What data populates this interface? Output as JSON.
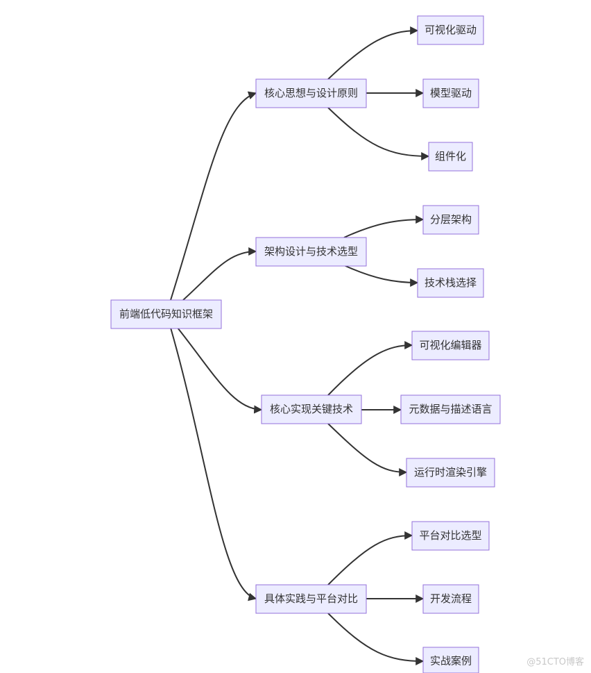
{
  "diagram": {
    "type": "mindmap-flowchart",
    "root": {
      "id": "root",
      "label": "前端低代码知识框架"
    },
    "branches": [
      {
        "id": "b1",
        "label": "核心思想与设计原则",
        "children": [
          {
            "id": "b1c1",
            "label": "可视化驱动"
          },
          {
            "id": "b1c2",
            "label": "模型驱动"
          },
          {
            "id": "b1c3",
            "label": "组件化"
          }
        ]
      },
      {
        "id": "b2",
        "label": "架构设计与技术选型",
        "children": [
          {
            "id": "b2c1",
            "label": "分层架构"
          },
          {
            "id": "b2c2",
            "label": "技术栈选择"
          }
        ]
      },
      {
        "id": "b3",
        "label": "核心实现关键技术",
        "children": [
          {
            "id": "b3c1",
            "label": "可视化编辑器"
          },
          {
            "id": "b3c2",
            "label": "元数据与描述语言"
          },
          {
            "id": "b3c3",
            "label": "运行时渲染引擎"
          }
        ]
      },
      {
        "id": "b4",
        "label": "具体实践与平台对比",
        "children": [
          {
            "id": "b4c1",
            "label": "平台对比选型"
          },
          {
            "id": "b4c2",
            "label": "开发流程"
          },
          {
            "id": "b4c3",
            "label": "实战案例"
          }
        ]
      }
    ],
    "colors": {
      "node_fill": "#ECECFF",
      "node_stroke": "#9370DB",
      "edge": "#333333",
      "text": "#333333"
    }
  },
  "watermark": "@51CTO博客"
}
